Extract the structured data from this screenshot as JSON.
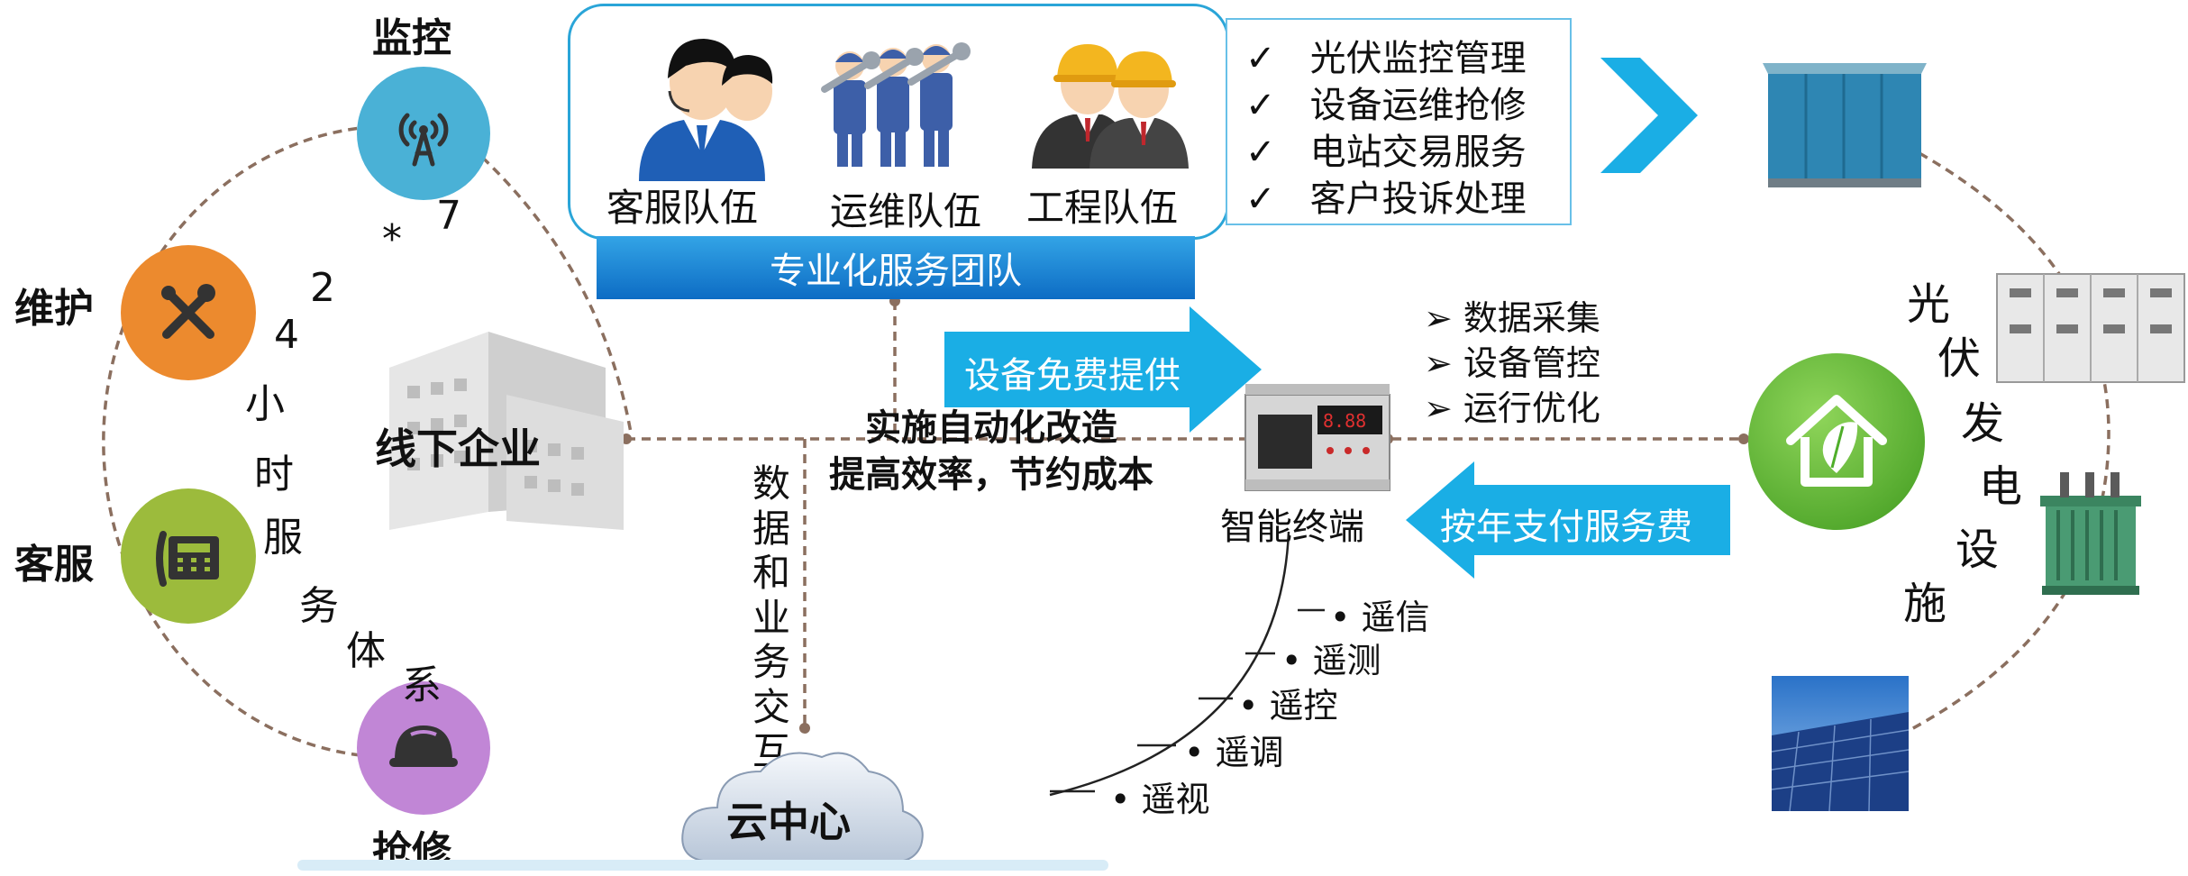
{
  "left_ring": {
    "nodes": [
      {
        "label": "监控",
        "icon": "antenna-icon",
        "color": "#4ab1d6"
      },
      {
        "label": "维护",
        "icon": "tools-icon",
        "color": "#ec8a2e"
      },
      {
        "label": "客服",
        "icon": "telephone-icon",
        "color": "#9cbb3c"
      },
      {
        "label": "抢修",
        "icon": "helmet-icon",
        "color": "#c186d6"
      }
    ],
    "arc_text": [
      "7",
      "*",
      "2",
      "4",
      "小",
      "时",
      "服",
      "务",
      "体",
      "系"
    ]
  },
  "team": {
    "members": [
      {
        "label": "客服队伍",
        "icon": "customer-service-people-icon"
      },
      {
        "label": "运维队伍",
        "icon": "maintenance-workers-icon"
      },
      {
        "label": "工程队伍",
        "icon": "engineers-helmet-icon"
      }
    ],
    "band_label": "专业化服务团队",
    "band_color": "#1c7fd2",
    "border_color": "#2aa5d8"
  },
  "services": [
    "光伏监控管理",
    "设备运维抢修",
    "电站交易服务",
    "客户投诉处理"
  ],
  "check_mark": "✓",
  "enterprise_label": "线下企业",
  "cloud_label": "云中心",
  "data_exchange": [
    "数",
    "据",
    "和",
    "业",
    "务",
    "交",
    "互"
  ],
  "free_equipment": "设备免费提供",
  "automation": [
    "实施自动化改造",
    "提高效率，节约成本"
  ],
  "terminal_label": "智能终端",
  "terminal_features": [
    "数据采集",
    "设备管控",
    "运行优化"
  ],
  "annual_fee": "按年支付服务费",
  "remote_functions": [
    "遥信",
    "遥测",
    "遥控",
    "遥调",
    "遥视"
  ],
  "pv_facility": [
    "光",
    "伏",
    "发",
    "电",
    "设",
    "施"
  ],
  "accent_blue": "#1aaee5",
  "green_house": "#4fae2a"
}
